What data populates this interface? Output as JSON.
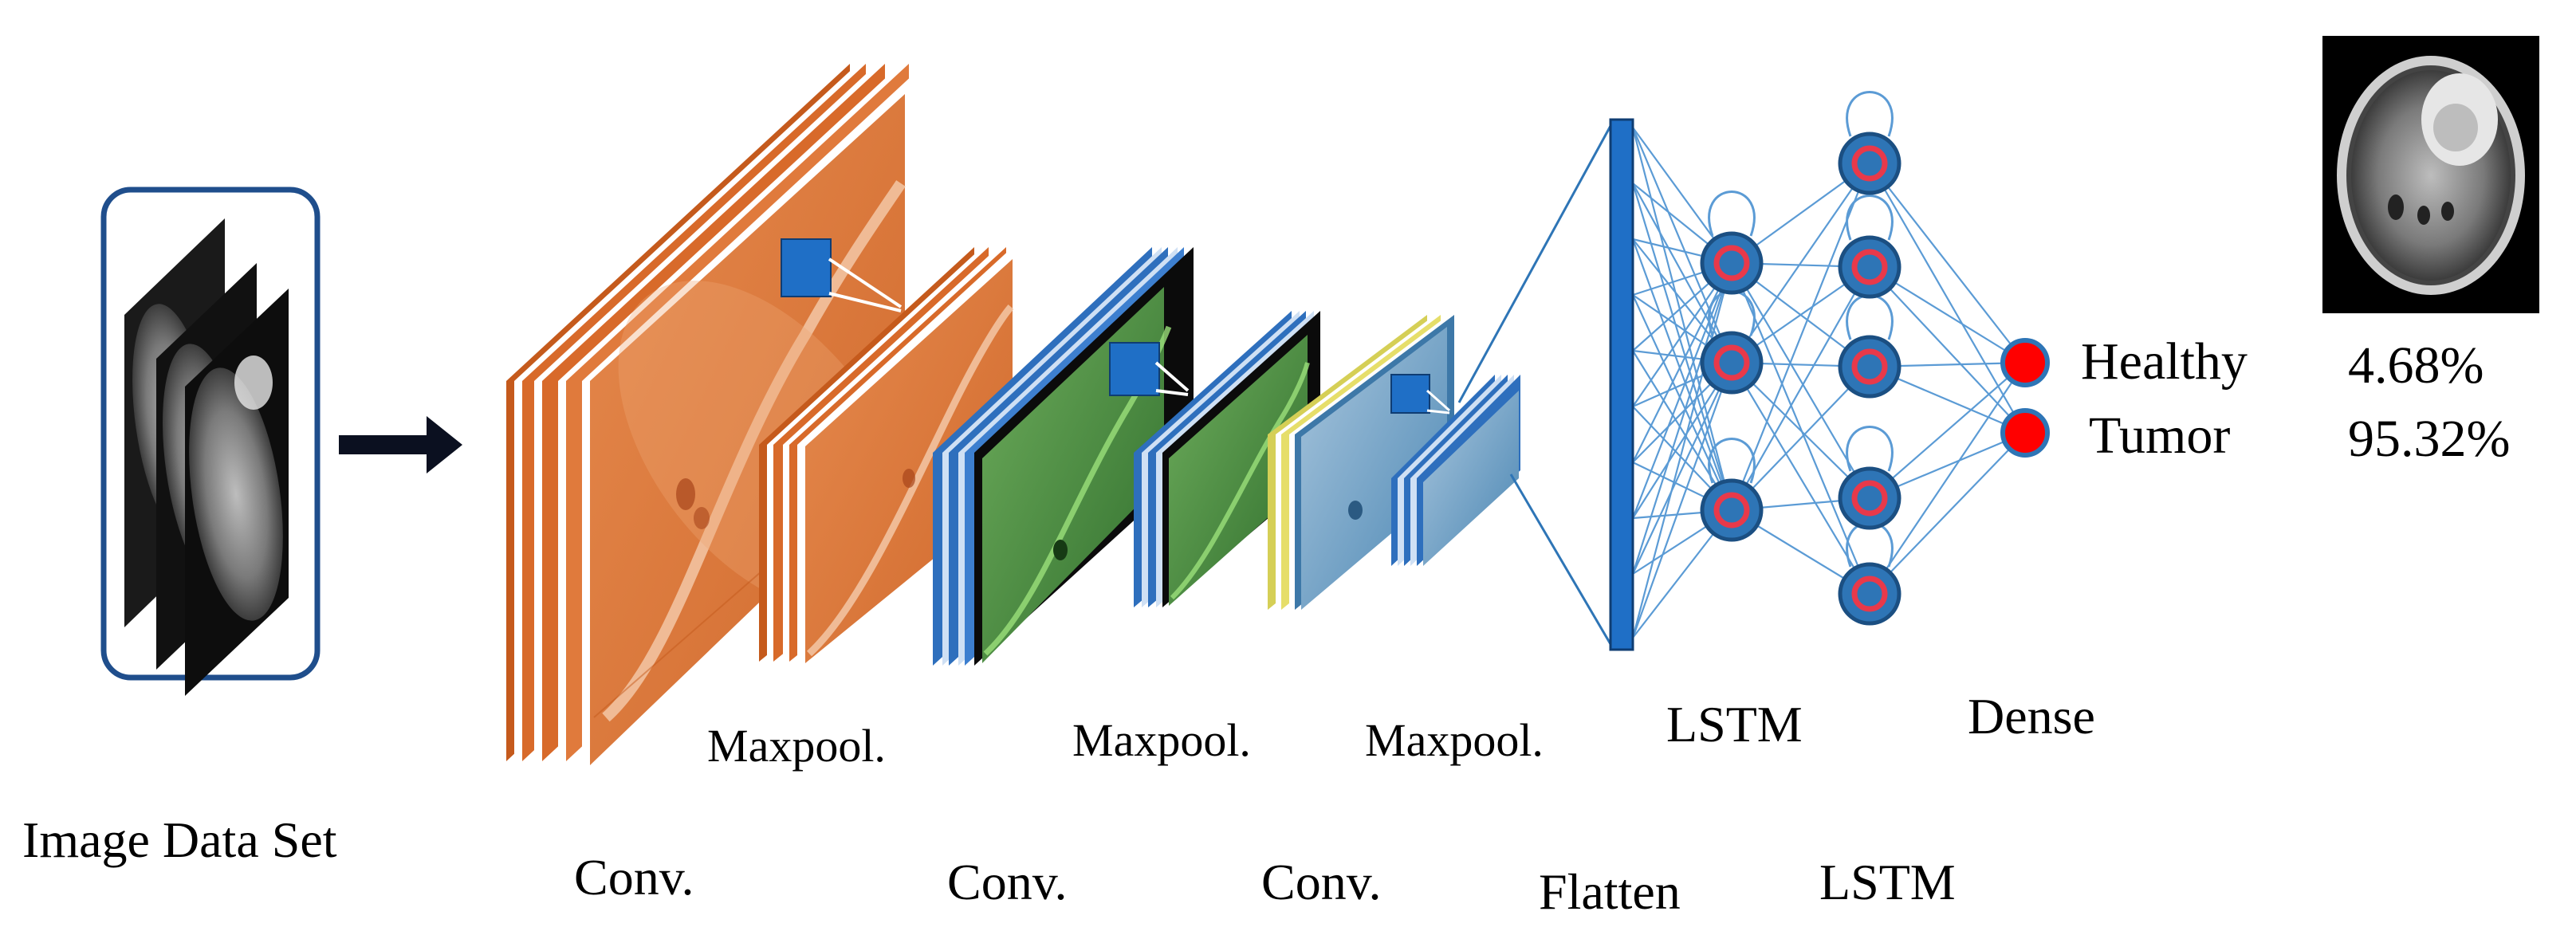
{
  "labels": {
    "image_data_set": "Image Data Set",
    "conv_1": "Conv.",
    "maxpool_1": "Maxpool.",
    "conv_2": "Conv.",
    "maxpool_2": "Maxpool.",
    "conv_3": "Conv.",
    "maxpool_3": "Maxpool.",
    "flatten": "Flatten",
    "lstm_top": "LSTM",
    "lstm_bottom": "LSTM",
    "dense": "Dense"
  },
  "outputs": [
    {
      "class": "Healthy",
      "probability": "4.68%"
    },
    {
      "class": "Tumor",
      "probability": "95.32%"
    }
  ],
  "colors": {
    "conv1": "#e07a3c",
    "conv1_dark": "#c55a1c",
    "conv2": "#2e6fbd",
    "green_map": "#3f8a3a",
    "conv3_yellow": "#e6de6a",
    "steel_map": "#3d78a8",
    "flatten_bar": "#1f6fc6",
    "node_fill": "#2e75b6",
    "node_ring": "#e8394a",
    "dense_node": "#ff0000",
    "arrow": "#0b1020",
    "frame": "#1f4e8c"
  },
  "icons": [
    "right-arrow-icon",
    "mri-slice-icon"
  ]
}
